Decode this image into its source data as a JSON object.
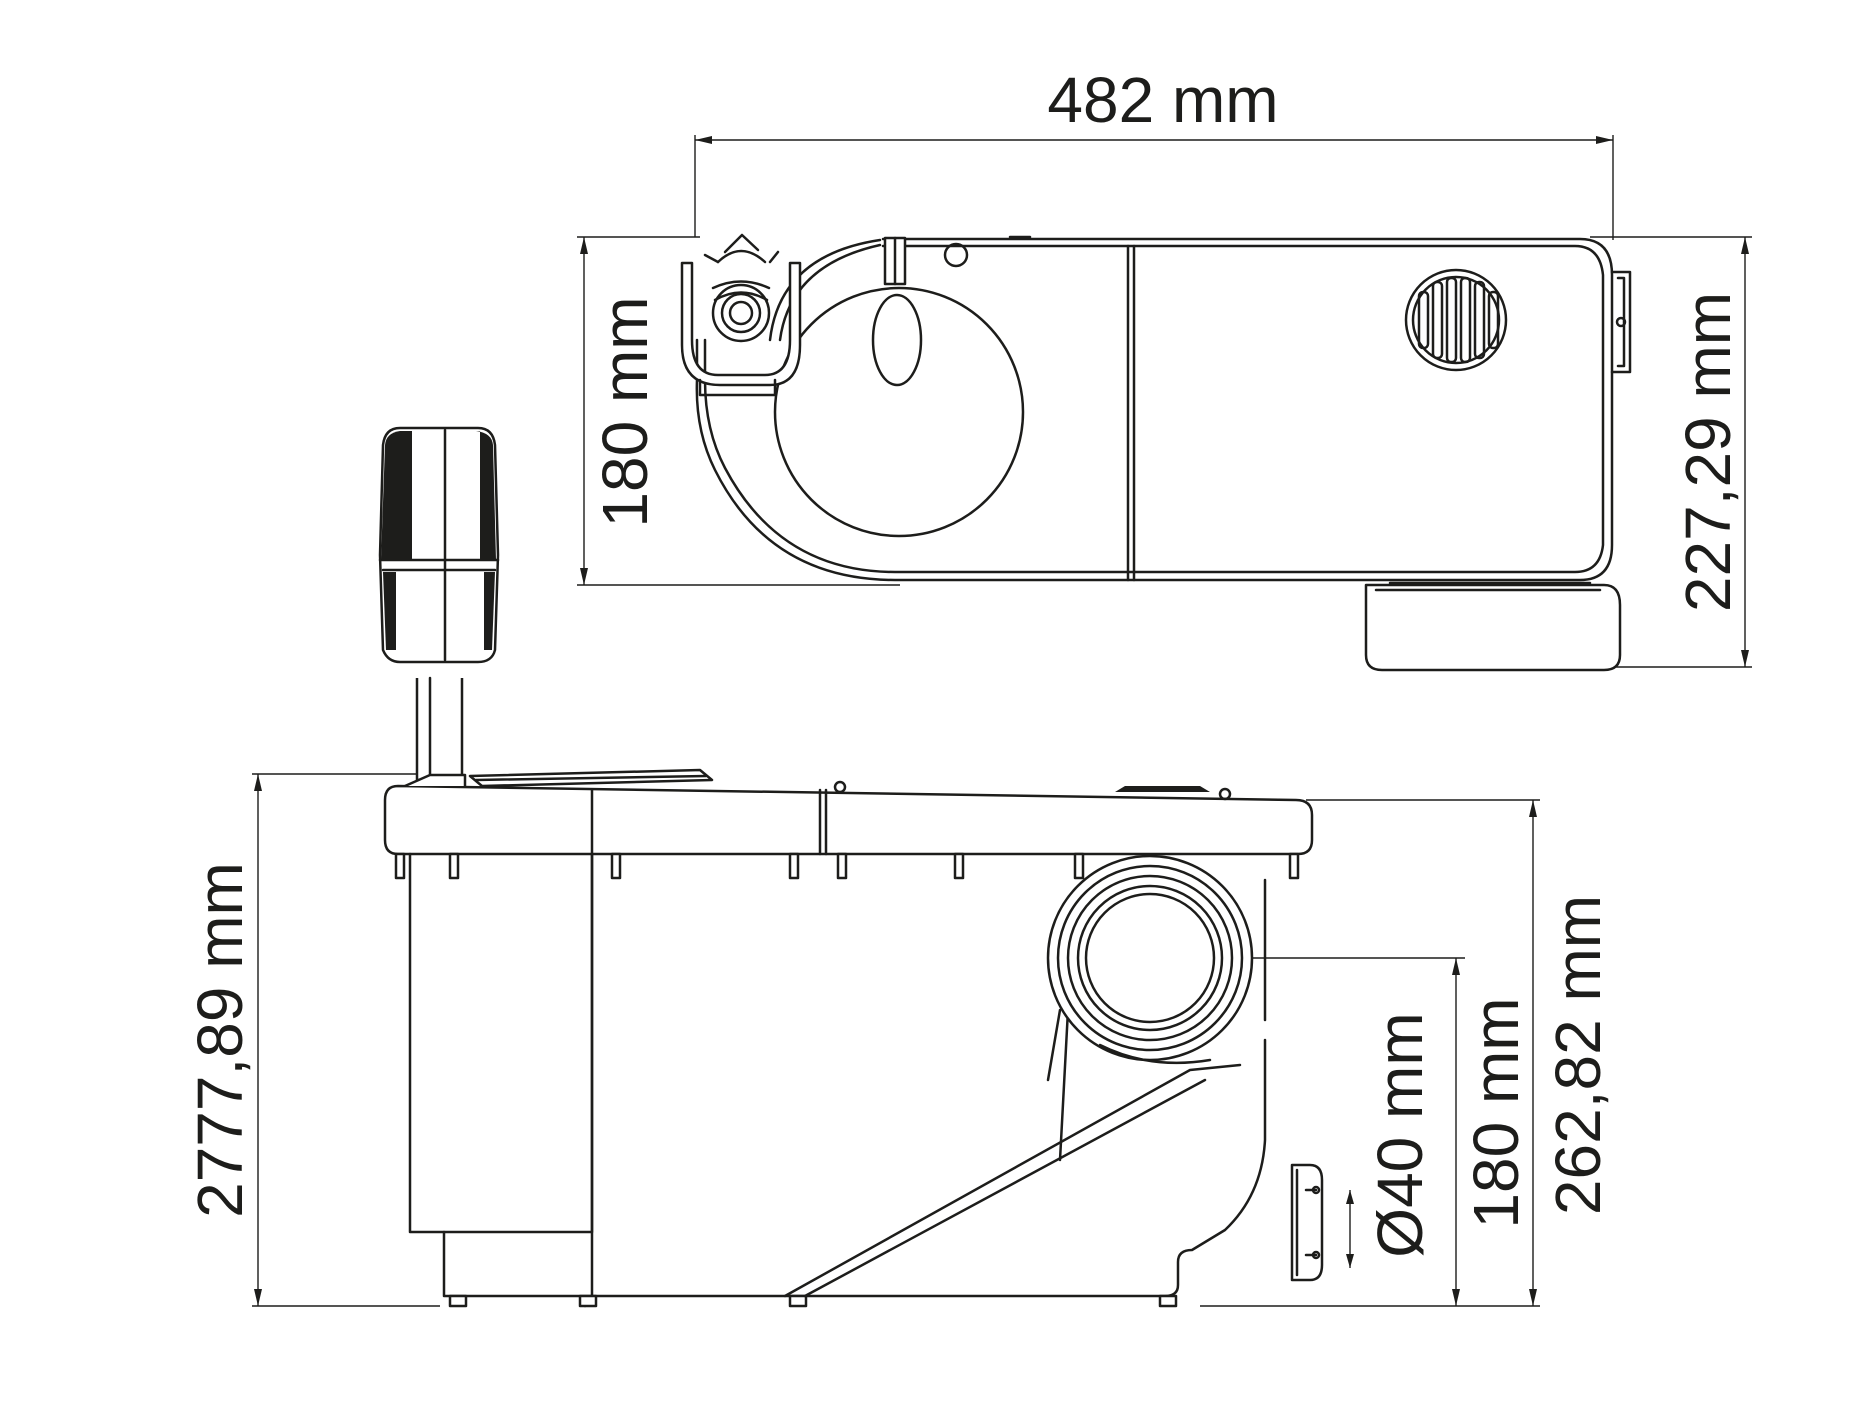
{
  "colors": {
    "line": "#1d1d1b",
    "background": "#ffffff"
  },
  "top_view": {
    "width_label": "482 mm",
    "depth_label": "180 mm",
    "overall_depth_label": "227,29 mm"
  },
  "side_view": {
    "overall_height_label": "2777,89 mm",
    "outlet_diameter_label": "Ø40 mm",
    "outlet_height_label": "180 mm",
    "body_height_label": "262,82 mm"
  }
}
